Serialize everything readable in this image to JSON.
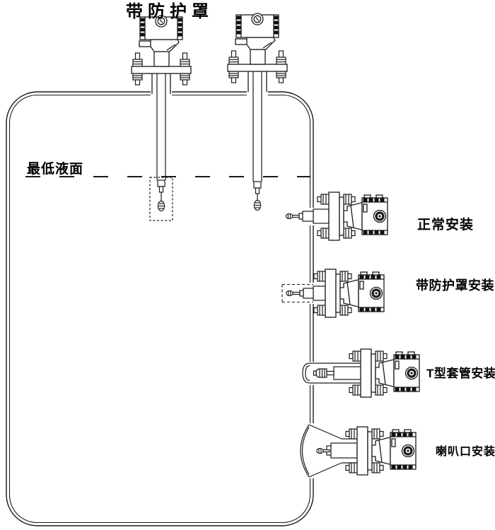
{
  "page": {
    "background": "#ffffff"
  },
  "diagram": {
    "type": "level-transmitter-installation-diagram",
    "line_color": "#1a1a1a",
    "text_color": "#000000",
    "labels": {
      "top_transmitter_shield": "带防护罩",
      "min_liquid_level": "最低液面",
      "normal_install": "正常安装",
      "shield_install": "带防护罩安装",
      "t_sleeve_install": "T型套管安装",
      "bell_mouth_install": "喇叭口安装"
    }
  }
}
